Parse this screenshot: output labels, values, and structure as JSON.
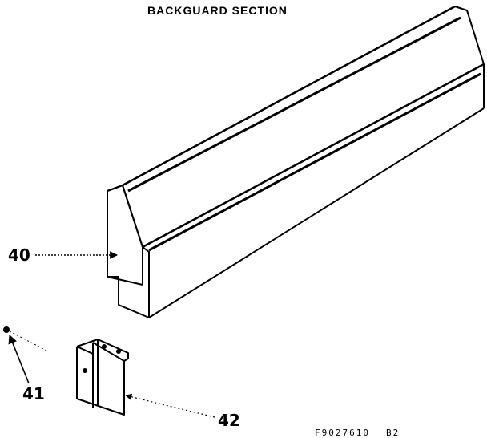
{
  "diagram": {
    "title": "BACKGUARD SECTION",
    "callouts": [
      {
        "id": "40",
        "label": "40"
      },
      {
        "id": "41",
        "label": "41"
      },
      {
        "id": "42",
        "label": "42"
      }
    ],
    "drawing_number": "F9027610",
    "revision": "B2"
  },
  "colors": {
    "ink": "#000000",
    "paper": "#ffffff"
  }
}
